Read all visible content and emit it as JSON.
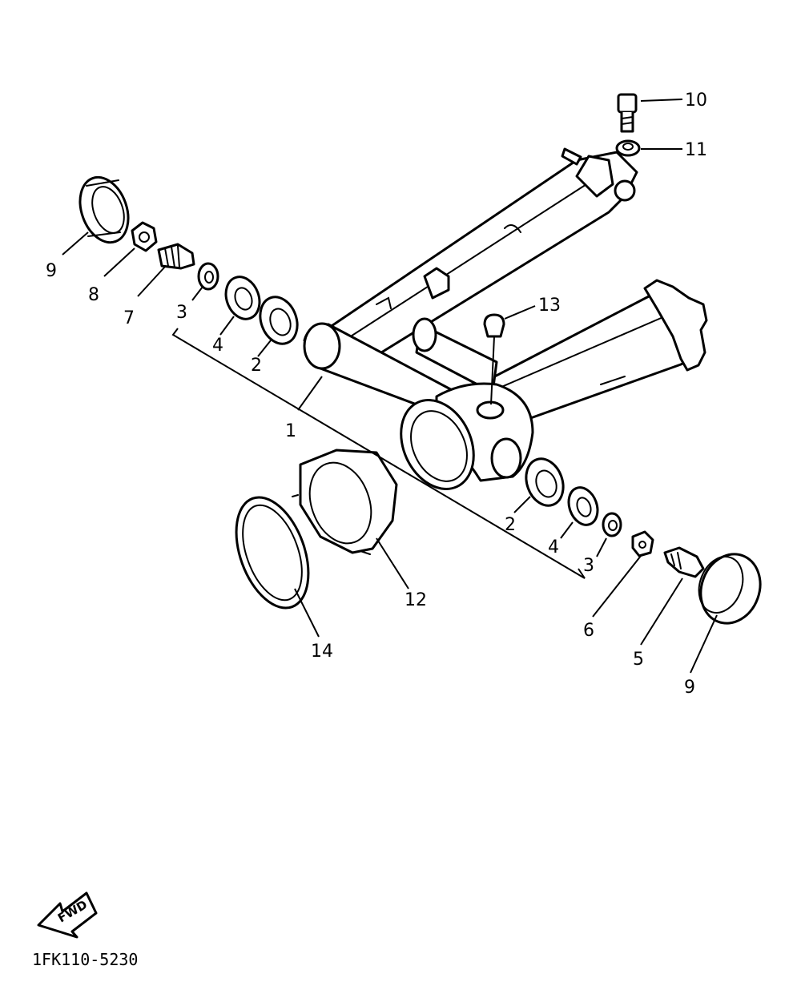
{
  "diagram": {
    "labels": {
      "l1": "1",
      "l2a": "2",
      "l2b": "2",
      "l3a": "3",
      "l3b": "3",
      "l4a": "4",
      "l4b": "4",
      "l5": "5",
      "l6": "6",
      "l7": "7",
      "l8": "8",
      "l9a": "9",
      "l9b": "9",
      "l10": "10",
      "l11": "11",
      "l12": "12",
      "l13": "13",
      "l14": "14"
    },
    "fwd_label": "FWD",
    "drawing_code": "1FK110-5230"
  }
}
